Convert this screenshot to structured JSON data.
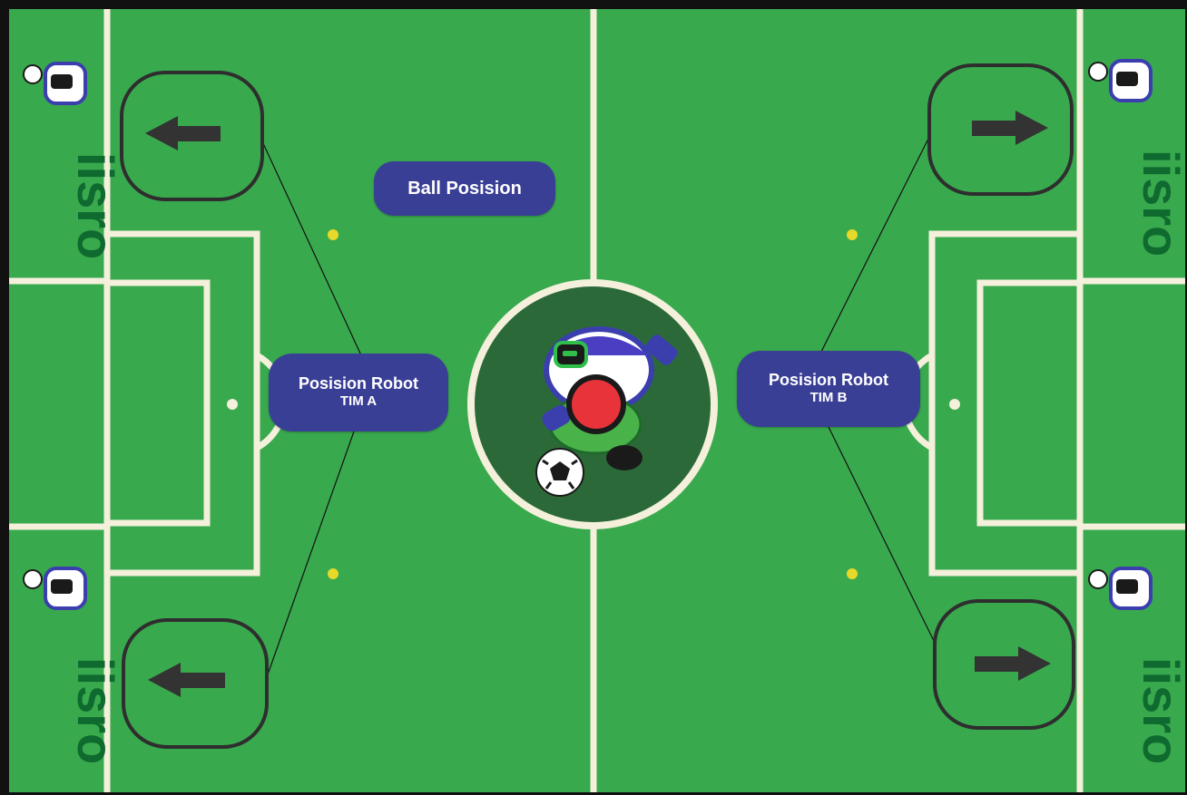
{
  "field": {
    "colors": {
      "grass": "#39a94e",
      "line": "#f5f0dc",
      "center_circle": "#2b6a38",
      "marker": "#e7d92a",
      "label_bg": "#3a3f96",
      "arrow_btn_border": "#2e2e2e",
      "arrow_fill": "#333333",
      "ball_dot": "#e8333a",
      "border": "#111111"
    }
  },
  "labels": {
    "ball_position": "Ball Posision",
    "robot_a_line1": "Posision Robot",
    "robot_a_line2": "TIM A",
    "robot_b_line1": "Posision Robot",
    "robot_b_line2": "TIM B"
  },
  "logos": {
    "text": "iisro",
    "mascot_icon": "robot-mascot-icon"
  },
  "controls": {
    "team_a_arrows": [
      "arrow-left-icon",
      "arrow-left-icon"
    ],
    "team_b_arrows": [
      "arrow-right-icon",
      "arrow-right-icon"
    ]
  }
}
